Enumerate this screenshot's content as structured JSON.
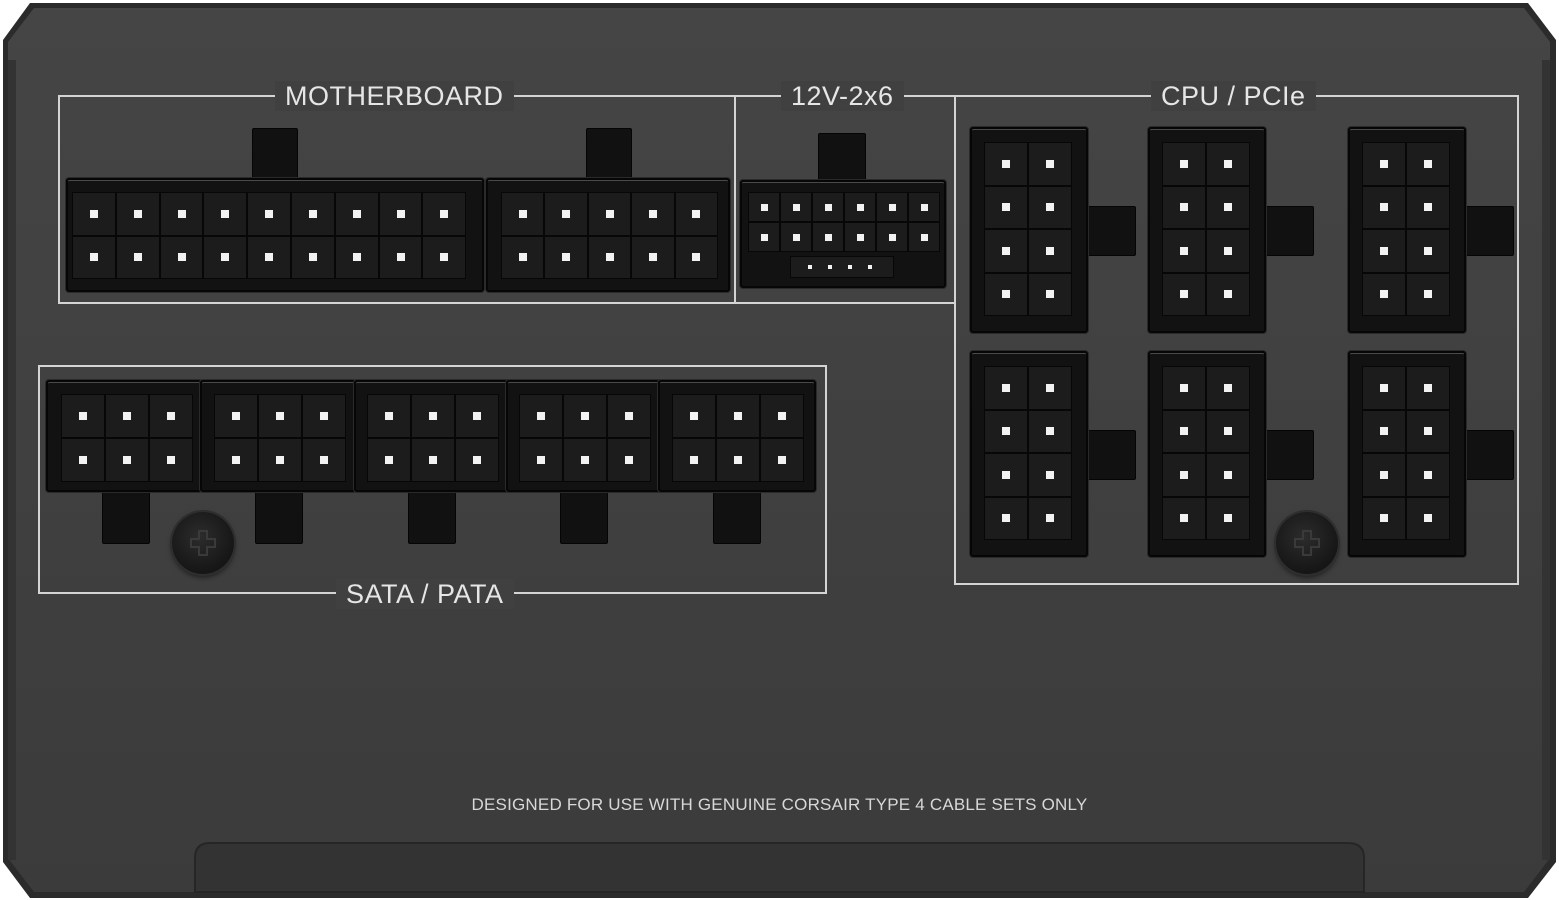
{
  "labels": {
    "motherboard": "MOTHERBOARD",
    "eps_12v": "12V-2x6",
    "cpu_pcie": "CPU / PCIe",
    "sata_pata": "SATA / PATA"
  },
  "footer": "DESIGNED FOR USE WITH GENUINE CORSAIR TYPE 4 CABLE SETS ONLY",
  "colors": {
    "panel": "#404040",
    "outline": "#d4d4d4",
    "connector": "#121212",
    "pin": "#f2f2f2"
  },
  "connector_counts": {
    "motherboard_ports": 2,
    "gpu_ports": 1,
    "cpu_pcie_ports": 6,
    "sata_pata_ports": 5,
    "screws": 2
  }
}
